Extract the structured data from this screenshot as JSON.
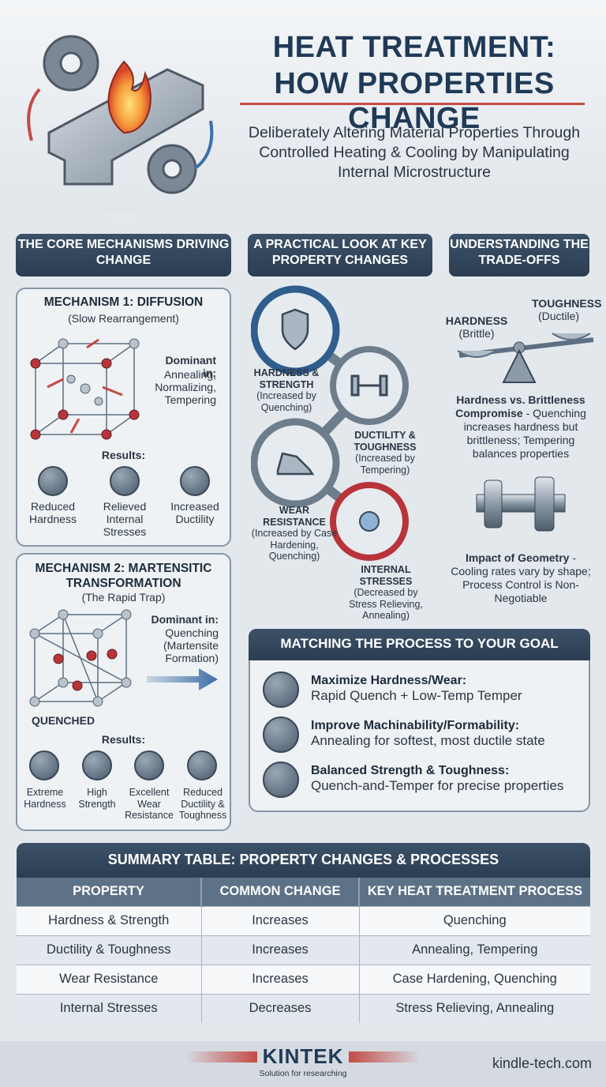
{
  "header": {
    "title_line1": "HEAT TREATMENT:",
    "title_line2": "HOW PROPERTIES CHANGE",
    "subtitle": "Deliberately Altering Material Properties Through Controlled Heating & Cooling by Manipulating Internal Microstructure"
  },
  "core": {
    "heading": "THE CORE MECHANISMS DRIVING CHANGE",
    "mech1": {
      "title": "MECHANISM 1: DIFFUSION",
      "subtitle": "(Slow Rearrangement)",
      "dominant_label": "Dominant in:",
      "dominant_text": "Annealing, Normalizing, Tempering",
      "results_label": "Results:",
      "results": [
        {
          "label": "Reduced Hardness",
          "icon": "arrows-in-icon"
        },
        {
          "label": "Relieved Internal Stresses",
          "icon": "stress-release-icon"
        },
        {
          "label": "Increased Ductility",
          "icon": "chain-link-icon"
        }
      ]
    },
    "mech2": {
      "title": "MECHANISM 2: MARTENSITIC TRANSFORMATION",
      "subtitle": "(The Rapid Trap)",
      "dominant_label": "Dominant in:",
      "dominant_text": "Quenching (Martensite Formation)",
      "quenched_label": "QUENCHED",
      "results_label": "Results:",
      "results": [
        {
          "label": "Extreme Hardness",
          "icon": "diamond-icon"
        },
        {
          "label": "High Strength",
          "icon": "beam-icon"
        },
        {
          "label": "Excellent Wear Resistance",
          "icon": "shield-check-icon"
        },
        {
          "label": "Reduced Ductility & Toughness",
          "icon": "broken-link-icon"
        }
      ]
    }
  },
  "practical": {
    "heading": "A PRACTICAL LOOK AT KEY PROPERTY CHANGES",
    "items": [
      {
        "title": "HARDNESS & STRENGTH",
        "desc": "(Increased by Quenching)",
        "icon": "shield-icon"
      },
      {
        "title": "DUCTILITY & TOUGHNESS",
        "desc": "(Increased by Tempering)",
        "icon": "dumbbell-icon"
      },
      {
        "title": "WEAR RESISTANCE",
        "desc": "(Increased by Case Hardening, Quenching)",
        "icon": "shoe-icon"
      },
      {
        "title": "INTERNAL STRESSES",
        "desc": "(Decreased by Stress Relieving, Annealing)",
        "icon": "compress-icon"
      }
    ]
  },
  "tradeoffs": {
    "heading": "UNDERSTANDING THE TRADE-OFFS",
    "hardness_label": "HARDNESS",
    "hardness_sub": "(Brittle)",
    "toughness_label": "TOUGHNESS",
    "toughness_sub": "(Ductile)",
    "compromise_title": "Hardness vs. Brittleness Compromise",
    "compromise_text": " - Quenching increases hardness but brittleness; Tempering balances properties",
    "geometry_title": "Impact of Geometry",
    "geometry_text": " - Cooling rates vary by shape; Process Control is Non-Negotiable"
  },
  "goal": {
    "heading": "MATCHING THE PROCESS TO YOUR GOAL",
    "rows": [
      {
        "title": "Maximize Hardness/Wear:",
        "desc": "Rapid Quench + Low-Temp Temper",
        "icon": "gauge-icon"
      },
      {
        "title": "Improve Machinability/Formability:",
        "desc": "Annealing for softest, most ductile state",
        "icon": "tool-icon"
      },
      {
        "title": "Balanced Strength & Toughness:",
        "desc": "Quench-and-Temper for precise properties",
        "icon": "scales-icon"
      }
    ]
  },
  "summary": {
    "heading": "SUMMARY TABLE: PROPERTY CHANGES & PROCESSES",
    "columns": [
      "PROPERTY",
      "COMMON CHANGE",
      "KEY HEAT TREATMENT PROCESS"
    ],
    "rows": [
      [
        "Hardness & Strength",
        "Increases",
        "Quenching"
      ],
      [
        "Ductility & Toughness",
        "Increases",
        "Annealing, Tempering"
      ],
      [
        "Wear Resistance",
        "Increases",
        "Case Hardening, Quenching"
      ],
      [
        "Internal Stresses",
        "Decreases",
        "Stress Relieving, Annealing"
      ]
    ]
  },
  "footer": {
    "brand": "KINTEK",
    "tagline": "Solution for researching",
    "url": "kindle-tech.com"
  },
  "colors": {
    "navy": "#1f3a57",
    "accent_red": "#c44a45",
    "header_bg": "#2b3d51",
    "table_head": "#5d7187"
  }
}
